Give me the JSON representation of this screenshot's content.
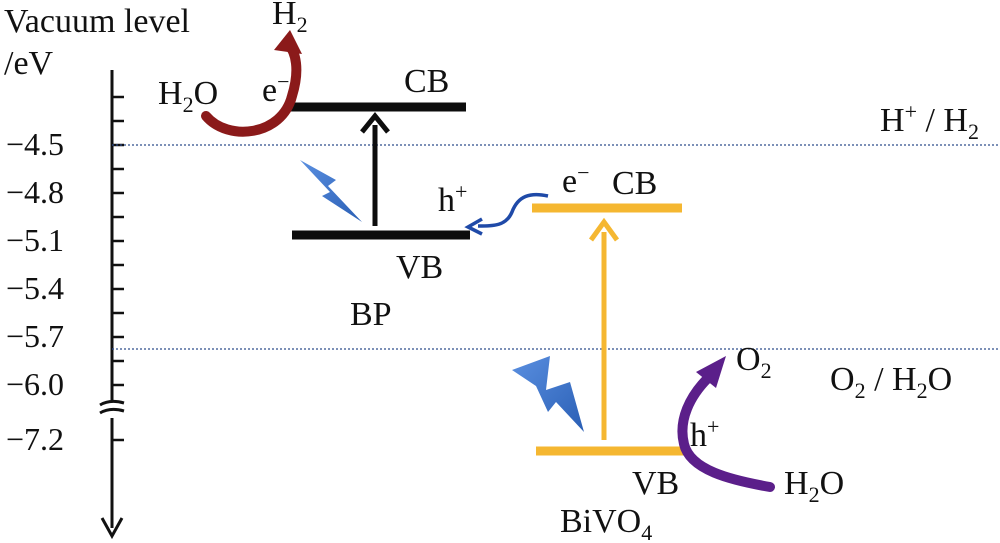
{
  "axis": {
    "title_line1": "Vacuum level",
    "title_line2": "/eV",
    "ticks": [
      "−4.5",
      "−4.8",
      "−5.1",
      "−5.4",
      "−5.7",
      "−6.0",
      "−7.2"
    ]
  },
  "reference_lines": {
    "h_plus_h2": {
      "main": "H",
      "sup": "+",
      "rest": " / H",
      "sub": "2"
    },
    "o2_h2o": {
      "main": "O",
      "sub1": "2",
      "mid": " / H",
      "sub2": "2",
      "tail": "O"
    }
  },
  "bp": {
    "name": "BP",
    "cb_label": "CB",
    "vb_label": "VB",
    "electron": {
      "main": "e",
      "sup": "−"
    },
    "hole": {
      "main": "h",
      "sup": "+"
    },
    "reactant": {
      "main": "H",
      "sub": "2",
      "tail": "O"
    },
    "product": {
      "main": "H",
      "sub": "2"
    }
  },
  "bivo4": {
    "name": {
      "main": "BiVO",
      "sub": "4"
    },
    "cb_label": "CB",
    "vb_label": "VB",
    "electron": {
      "main": "e",
      "sup": "−"
    },
    "hole": {
      "main": "h",
      "sup": "+"
    },
    "reactant": {
      "main": "H",
      "sub": "2",
      "tail": "O"
    },
    "product": {
      "main": "O",
      "sub": "2"
    }
  },
  "colors": {
    "bp_band": "#0d0d0d",
    "bivo4_band": "#f5b731",
    "h2_arrow": "#8b1a1a",
    "o2_arrow": "#5b1f8a",
    "transfer_arrow": "#1f4aa8",
    "lightning": "#3a72c8",
    "reference_line": "#2f4e8c"
  }
}
